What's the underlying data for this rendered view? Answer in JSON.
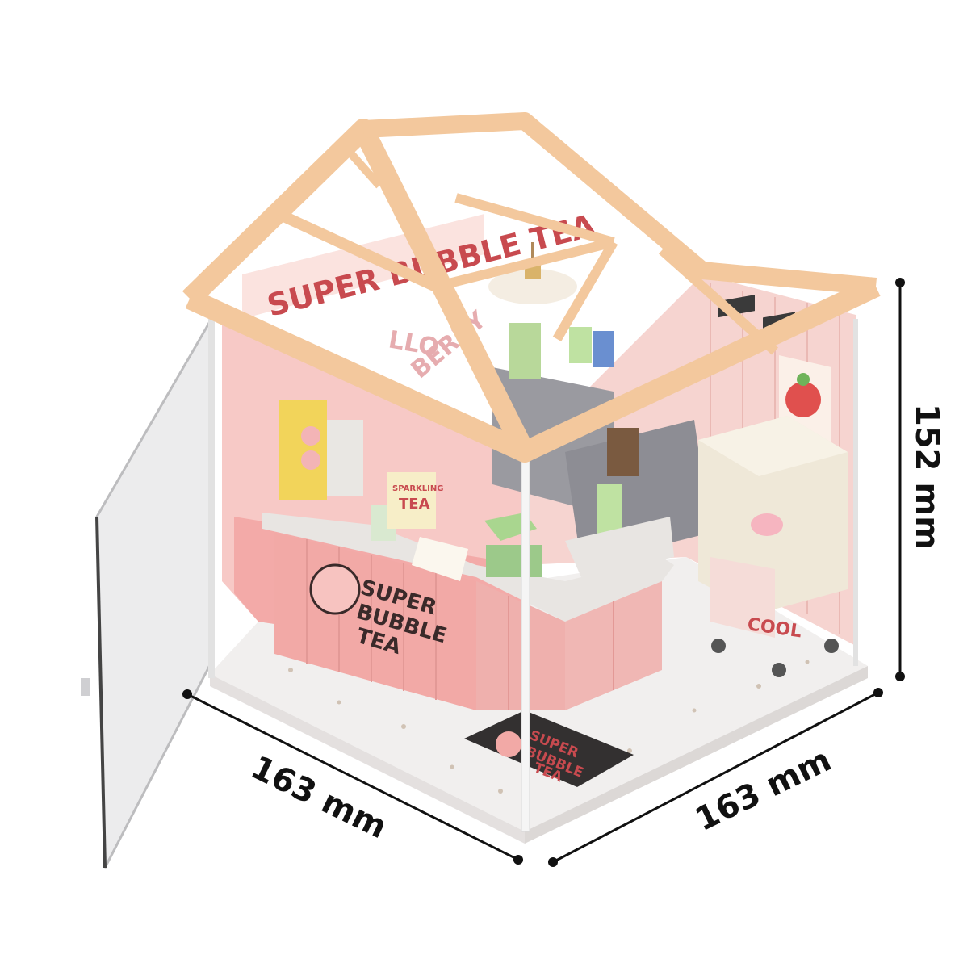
{
  "product": {
    "shop_sign": "SUPER BUBBLE TEA",
    "counter_logo": [
      "SUPER",
      "BUBBLE",
      "TEA"
    ],
    "floor_mat": [
      "SUPER",
      "BUBBLE",
      "TEA"
    ],
    "wall_lettering": [
      "LLO",
      "BERRY"
    ],
    "stand_sign": [
      "SPARKLING",
      "TEA"
    ],
    "cart_sign": "COOL"
  },
  "dimensions": {
    "left_width": "163 mm",
    "right_depth": "163 mm",
    "height": "152 mm"
  },
  "colors": {
    "roof_frame": "#f3c89d",
    "wall_pink": "#f7c9c6",
    "counter_pink": "#f2a9a6",
    "accent_green": "#9cc98a",
    "dimension_line": "#111111"
  }
}
